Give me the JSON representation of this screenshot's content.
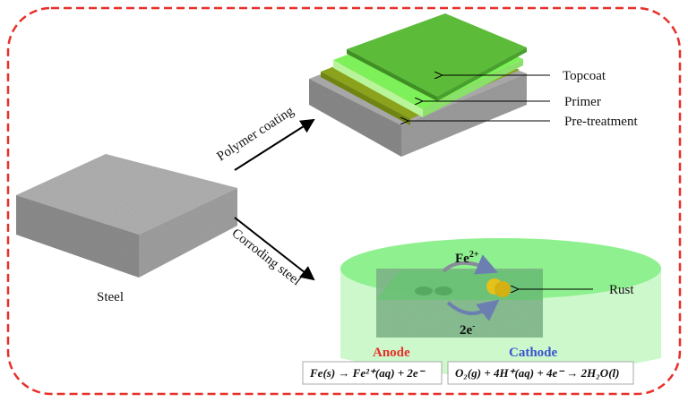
{
  "labels": {
    "steel": "Steel",
    "polymer_coating": "Polymer coating",
    "corroding_steel": "Corroding steel",
    "topcoat": "Topcoat",
    "primer": "Primer",
    "pretreatment": "Pre-treatment",
    "rust": "Rust",
    "fe_ion": "Fe",
    "fe_ion_charge": "2+",
    "electrons": "2e",
    "electrons_charge": "-",
    "anode": "Anode",
    "cathode": "Cathode"
  },
  "equations": {
    "anode": "Fe(s)  → Fe²⁺(aq) + 2e⁻",
    "cathode": "O₂(g) + 4H⁺(aq) + 4e⁻ → 2H₂O(l)"
  },
  "colors": {
    "border": "#e8302a",
    "anode": "#e8302a",
    "cathode": "#3b55d0",
    "topcoat": "#5dbb3a",
    "primer": "#7ef05a",
    "pretreatment": "#8aa21c",
    "steel": "#9a9a9a",
    "electrolyte": "#9af59a",
    "rust": "#e3c21a"
  }
}
